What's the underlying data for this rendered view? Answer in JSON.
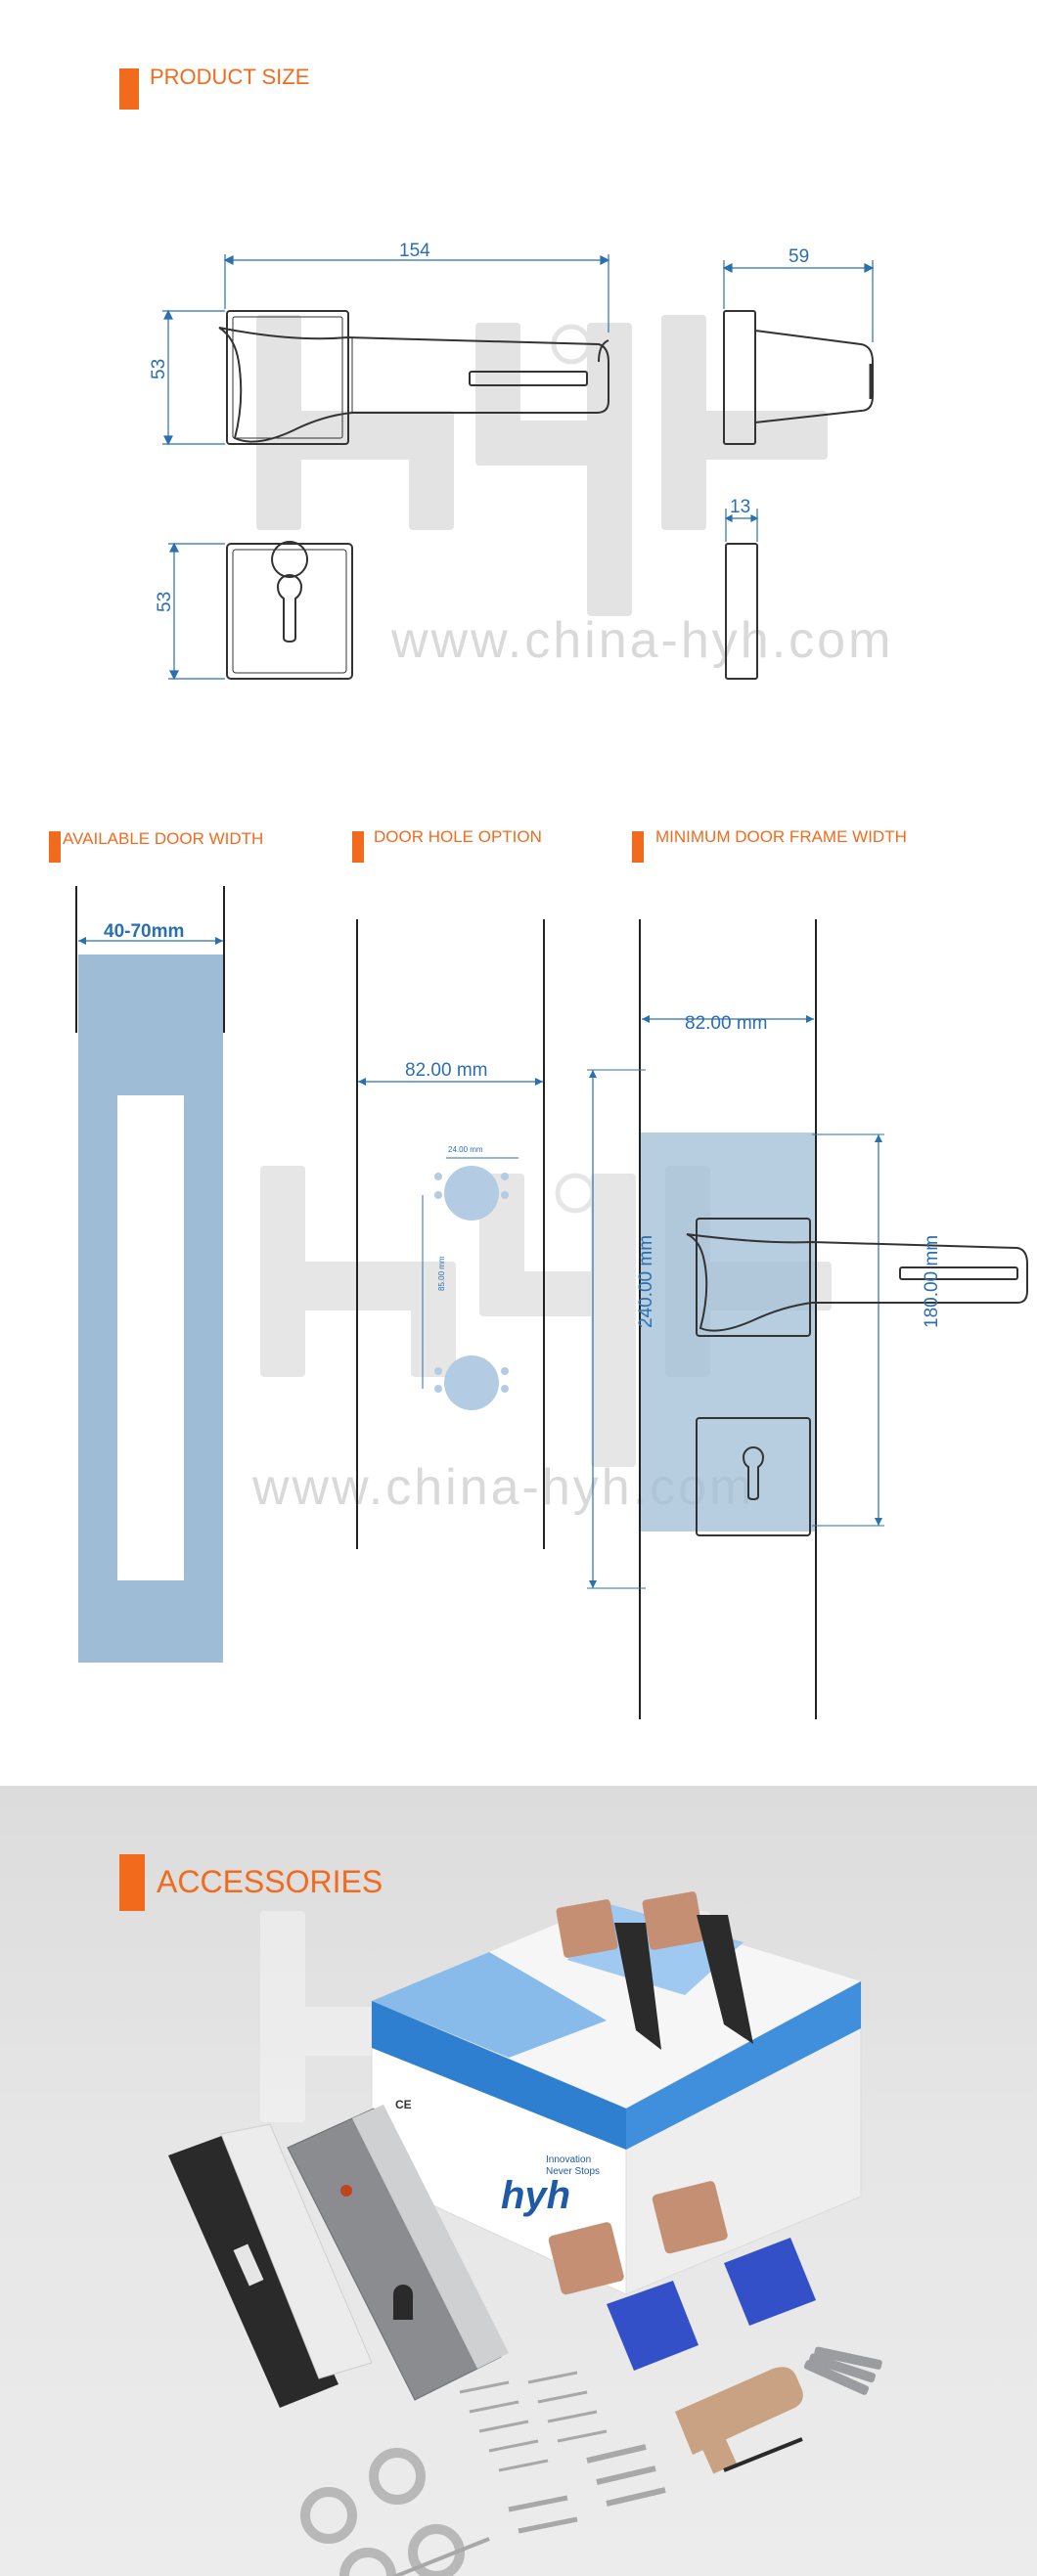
{
  "sections": {
    "product_size": "PRODUCT SIZE",
    "available_door_width": "AVAILABLE DOOR WIDTH",
    "door_hole_option": "DOOR HOLE OPTION",
    "minimum_door_frame_width": "MINIMUM DOOR FRAME WIDTH",
    "accessories": "ACCESSORIES"
  },
  "product_size": {
    "handle_length": "154",
    "handle_height": "53",
    "handle_projection": "59",
    "rose_height": "53",
    "rose_thickness": "13"
  },
  "door_width": {
    "range": "40-70mm"
  },
  "door_hole": {
    "width": "82.00 mm",
    "hole_spacing_h": "24.00 mm",
    "hole_spacing_v": "85.00 mm"
  },
  "frame_width": {
    "width": "82.00 mm",
    "height_total": "240.00 mm",
    "height_center": "180.00 mm"
  },
  "watermark": {
    "logo": "hyh",
    "url": "www.china-hyh.com"
  },
  "box": {
    "brand": "hyh",
    "slogan_line1": "Innovation",
    "slogan_line2": "Never Stops",
    "ce_mark": "CE"
  },
  "colors": {
    "accent": "#f26b1d",
    "dimension": "#2a6fb0",
    "door_fill": "#9fbcd6",
    "hole_fill": "#b3cce3"
  }
}
